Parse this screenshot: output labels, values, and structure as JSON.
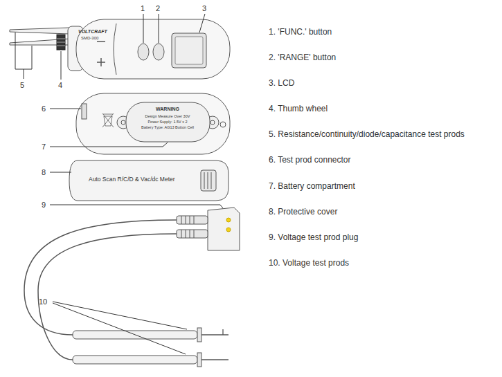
{
  "diagram": {
    "labels": [
      "1",
      "2",
      "3",
      "VOLTCRAFT",
      "SMD-300",
      "5",
      "4",
      "6",
      "WARNING",
      "Design Measure Over 30V",
      "Power Supply: 1.5V x 2",
      "Battery Type: AG13 Button Cell",
      "7",
      "Auto Scan R/C/D & Vac/dc Meter",
      "8",
      "9",
      "10",
      "1. 'FUNC.' button",
      "2. 'RANGE' button",
      "3. LCD",
      "4. Thumb wheel",
      "5. Resistance/continuity/diode/capacitance test prods",
      "6. Test prod connector",
      "7. Battery compartment",
      "8. Protective cover",
      "9. Voltage test prod plug",
      "10. Voltage test prods"
    ]
  }
}
